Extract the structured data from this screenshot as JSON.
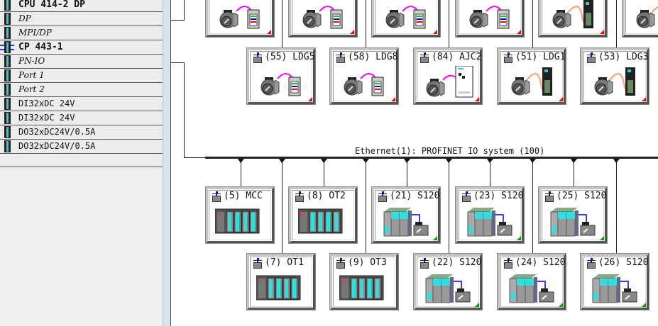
{
  "station_modules": [
    {
      "label": "CPU 414-2 DP",
      "style": "bold",
      "icon": "cpu-module-icon"
    },
    {
      "label": "DP",
      "style": "italic",
      "icon": "interface-icon"
    },
    {
      "label": "MPI/DP",
      "style": "italic",
      "icon": "interface-icon"
    },
    {
      "label": "CP 443-1",
      "style": "bold",
      "icon": "network-module-icon"
    },
    {
      "label": "PN-IO",
      "style": "italic",
      "icon": "interface-icon"
    },
    {
      "label": "Port 1",
      "style": "italic",
      "icon": "port-icon"
    },
    {
      "label": "Port 2",
      "style": "italic",
      "icon": "port-icon"
    },
    {
      "label": "DI32xDC 24V",
      "style": "normal",
      "icon": "io-module-icon"
    },
    {
      "label": "DI32xDC 24V",
      "style": "normal",
      "icon": "io-module-icon"
    },
    {
      "label": "DO32xDC24V/0.5A",
      "style": "normal",
      "icon": "io-module-icon"
    },
    {
      "label": "DO32xDC24V/0.5A",
      "style": "normal",
      "icon": "io-module-icon"
    }
  ],
  "bus_label": "Ethernet(1): PROFINET IO system (100)",
  "upper_devices": [
    {
      "label": "",
      "image": "motor-drive",
      "status": "red"
    },
    {
      "label": "",
      "image": "motor-drive",
      "status": "red"
    },
    {
      "label": "",
      "image": "motor-drive",
      "status": "red"
    },
    {
      "label": "",
      "image": "motor-drive",
      "status": "red"
    },
    {
      "label": "",
      "image": "motor-sinamics",
      "status": "red"
    },
    {
      "label": "",
      "image": "motor-sinamics",
      "status": "red"
    },
    {
      "label": "(55) LDG5",
      "image": "motor-drive",
      "status": "red"
    },
    {
      "label": "(58) LDG8",
      "image": "motor-drive",
      "status": "red"
    },
    {
      "label": "(84) AJC2",
      "image": "motor-cabinet",
      "status": "red"
    },
    {
      "label": "(51) LDG1",
      "image": "motor-sinamics",
      "status": "red"
    },
    {
      "label": "(53) LDG3",
      "image": "motor-sinamics",
      "status": "red"
    }
  ],
  "profinet_devices": [
    {
      "label": "(5) MCC",
      "image": "plc-rack",
      "status": "none"
    },
    {
      "label": "(8) OT2",
      "image": "plc-rack",
      "status": "none"
    },
    {
      "label": "(21) S120",
      "image": "s120",
      "status": "green"
    },
    {
      "label": "(23) S120",
      "image": "s120",
      "status": "green"
    },
    {
      "label": "(25) S120",
      "image": "s120",
      "status": "green"
    },
    {
      "label": "(7) OT1",
      "image": "plc-rack",
      "status": "none"
    },
    {
      "label": "(9) OT3",
      "image": "plc-rack",
      "status": "none"
    },
    {
      "label": "(22) S120",
      "image": "s120",
      "status": "green"
    },
    {
      "label": "(24) S120",
      "image": "s120",
      "status": "green"
    },
    {
      "label": "(26) S120",
      "image": "s120",
      "status": "green"
    }
  ],
  "colors": {
    "status_red": "#ff0000",
    "status_green": "#00a000",
    "scroll": "#dae4f0",
    "module_cyan": "#33dddd"
  }
}
